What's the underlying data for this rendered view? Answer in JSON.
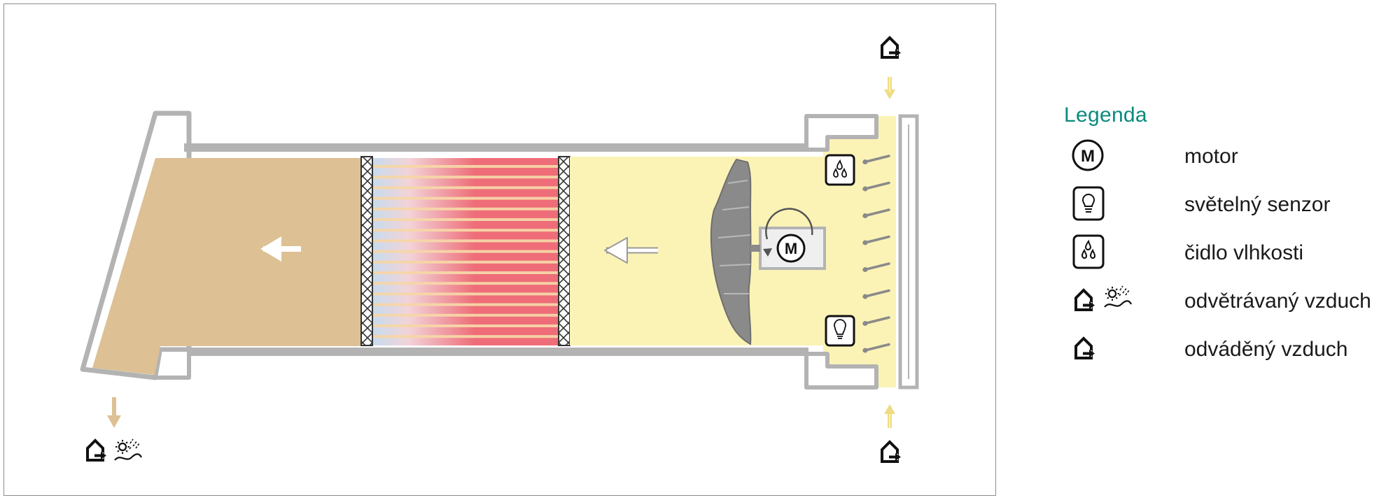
{
  "legend": {
    "title": "Legenda",
    "items": [
      {
        "icon": "motor-icon",
        "label": "motor"
      },
      {
        "icon": "light-sensor-icon",
        "label": "světelný senzor"
      },
      {
        "icon": "humidity-sensor-icon",
        "label": "čidlo vlhkosti"
      },
      {
        "icon": "ventilated-air-icon",
        "label": "odvětrávaný vzduch"
      },
      {
        "icon": "exhaust-air-icon",
        "label": "odváděný vzduch"
      }
    ]
  },
  "colors": {
    "outdoor_air": "#ddc094",
    "indoor_air": "#fbf3b6",
    "heat_core": "#ee6d78",
    "heat_core_light": "#f5d6a8",
    "casing": "#b3b3b3",
    "fan": "#8a8a8a",
    "accent": "#0a8a7d"
  }
}
